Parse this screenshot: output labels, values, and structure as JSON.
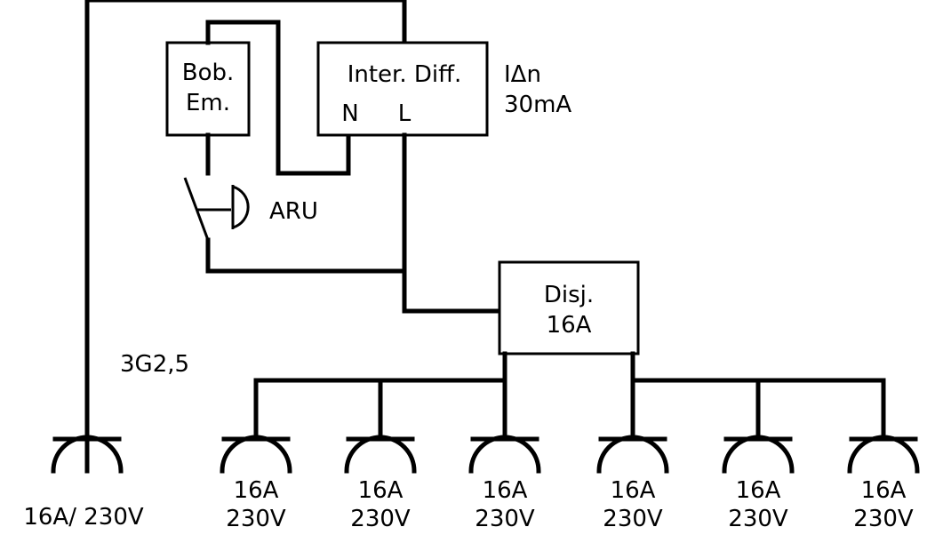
{
  "bobine": {
    "line1": "Bob.",
    "line2": "Em."
  },
  "inter_diff": {
    "title": "Inter. Diff.",
    "terminal_n": "N",
    "terminal_l": "L"
  },
  "sensitivity": {
    "line1": "IΔn",
    "line2": "30mA"
  },
  "aru_label": "ARU",
  "breaker": {
    "line1": "Disj.",
    "line2": "16A"
  },
  "cable_label": "3G2,5",
  "main_socket_label": "16A/ 230V",
  "sockets": [
    {
      "amp": "16A",
      "volt": "230V"
    },
    {
      "amp": "16A",
      "volt": "230V"
    },
    {
      "amp": "16A",
      "volt": "230V"
    },
    {
      "amp": "16A",
      "volt": "230V"
    },
    {
      "amp": "16A",
      "volt": "230V"
    },
    {
      "amp": "16A",
      "volt": "230V"
    }
  ]
}
